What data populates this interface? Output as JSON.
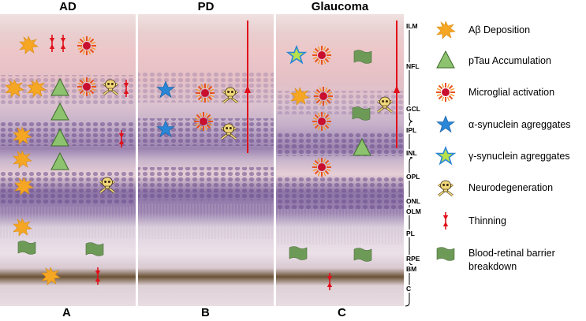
{
  "panels": [
    {
      "title": "AD",
      "letter": "A"
    },
    {
      "title": "PD",
      "letter": "B"
    },
    {
      "title": "Glaucoma",
      "letter": "C"
    }
  ],
  "layers": [
    "ILM",
    "NFL",
    "GCL",
    "IPL",
    "INL",
    "OPL",
    "ONL",
    "OLM",
    "PL",
    "RPE",
    "BM",
    "C"
  ],
  "legend": [
    {
      "label": "Aβ Deposition",
      "icon": "burst-icon"
    },
    {
      "label": "pTau Accumulation",
      "icon": "triangle-icon"
    },
    {
      "label": "Microglial activation",
      "icon": "sun-icon"
    },
    {
      "label": "α-synuclein agreggates",
      "icon": "blue-star-icon"
    },
    {
      "label": "γ-synuclein agreggates",
      "icon": "green-star-icon"
    },
    {
      "label": "Neurodegeneration",
      "icon": "skull-icon"
    },
    {
      "label": "Thinning",
      "icon": "arrows-icon"
    },
    {
      "label": "Blood-retinal barrier",
      "label2": "breakdown",
      "icon": "flag-icon"
    }
  ],
  "colors": {
    "burst": "#f5a623",
    "triangle": "#8dc26f",
    "sun_ray": "#e8511f",
    "sun_core": "#c8102e",
    "blue_star": "#2a86d6",
    "green_star": "#b7e04a",
    "skull": "#f0d77a",
    "arrow": "#e0101a",
    "flag": "#6e9a58"
  }
}
